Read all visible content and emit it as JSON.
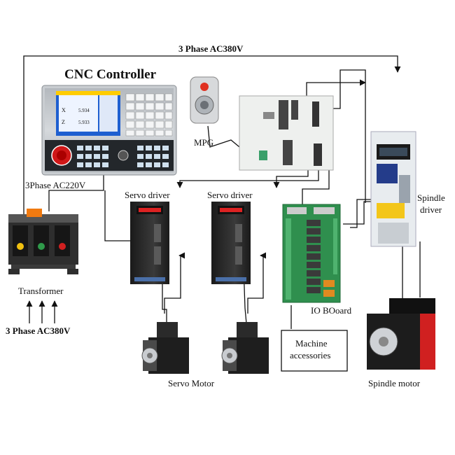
{
  "diagram": {
    "top_power_label": "3 Phase AC380V",
    "cnc_controller_title": "CNC Controller",
    "controller_ac_label": "3Phase AC220V",
    "mpg_label": "MPG",
    "servo_driver_1_label": "Servo driver",
    "servo_driver_2_label": "Servo driver",
    "spindle_driver_label_line1": "Spindle",
    "spindle_driver_label_line2": "driver",
    "transformer_label": "Transformer",
    "input_power_label": "3 Phase AC380V",
    "io_board_label": "IO BOoard",
    "machine_accessories_line1": "Machine",
    "machine_accessories_line2": "accessories",
    "servo_motor_label": "Servo Motor",
    "spindle_motor_label": "Spindle motor",
    "screen_readout": {
      "x_axis": "X",
      "x_value": "5.934",
      "z_axis": "Z",
      "z_value": "5.933"
    },
    "colors": {
      "wire": "#111111",
      "controller_bezel": "#c8ccd0",
      "screen_blue": "#1e5fd0",
      "emergency_red": "#d01818",
      "driver_body": "#2a2a2a",
      "driver_display": "#d22",
      "io_board_green": "#2f8f4e",
      "spindle_drive_body": "#e8ecef",
      "spindle_motor_red": "#d02020",
      "transformer_core": "#333333",
      "terminal_orange": "#f07a10"
    }
  }
}
